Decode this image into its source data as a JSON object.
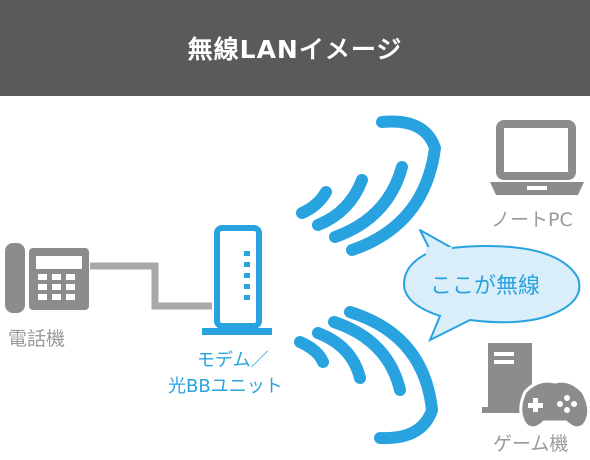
{
  "header": {
    "title": "無線LANイメージ"
  },
  "labels": {
    "phone": "電話機",
    "modem_line1": "モデム／",
    "modem_line2": "光BBユニット",
    "notebook": "ノートPC",
    "game": "ゲーム機",
    "bubble": "ここが無線"
  },
  "colors": {
    "header_bg": "#5a5a5a",
    "wave": "#29a3e0",
    "device_gray": "#8c8c8c",
    "bubble_fill": "#d9eef9",
    "bubble_stroke": "#29a3e0",
    "label_gray": "#9a9a9a",
    "modem_label": "#29a3e0"
  },
  "icons": [
    "telephone-icon",
    "modem-icon",
    "laptop-icon",
    "desktop-tower-icon",
    "gamepad-icon",
    "wifi-wave-icon"
  ]
}
